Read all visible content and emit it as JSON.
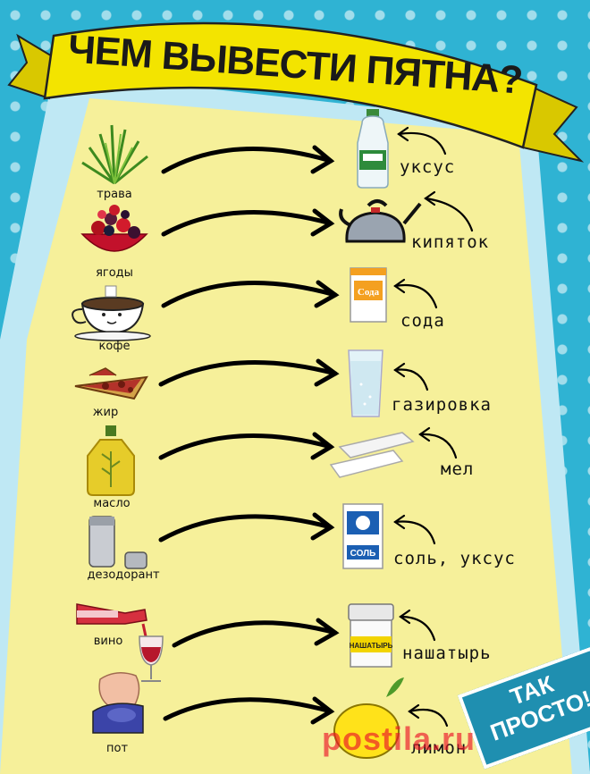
{
  "title": "ЧЕМ ВЫВЕСТИ ПЯТНА?",
  "badge": {
    "line1": "ТАК",
    "line2": "ПРОСТО!"
  },
  "watermark": "postila.ru",
  "colors": {
    "background": "#2fb3d3",
    "board": "#f6f09a",
    "banner": "#f3e400",
    "accent": "#1f8fb0"
  },
  "rows": [
    {
      "stain": "трава",
      "stain_icon": "grass-icon",
      "remedy": "уксус",
      "remedy_icon": "vinegar-bottle-icon"
    },
    {
      "stain": "ягоды",
      "stain_icon": "berries-bowl-icon",
      "remedy": "кипяток",
      "remedy_icon": "kettle-icon"
    },
    {
      "stain": "кофе",
      "stain_icon": "coffee-cup-icon",
      "remedy": "сода",
      "remedy_icon": "soda-box-icon"
    },
    {
      "stain": "жир",
      "stain_icon": "pizza-slice-icon",
      "remedy": "газировка",
      "remedy_icon": "soda-glass-icon"
    },
    {
      "stain": "масло",
      "stain_icon": "oil-bottle-icon",
      "remedy": "мел",
      "remedy_icon": "chalk-icon"
    },
    {
      "stain": "дезодорант",
      "stain_icon": "deodorant-icon",
      "remedy": "соль, уксус",
      "remedy_icon": "salt-box-icon"
    },
    {
      "stain": "вино",
      "stain_icon": "wine-bottle-glass-icon",
      "remedy": "нашатырь",
      "remedy_icon": "ammonia-jar-icon"
    },
    {
      "stain": "пот",
      "stain_icon": "armpit-icon",
      "remedy": "лимон",
      "remedy_icon": "lemon-icon"
    }
  ],
  "salt_box_text": "СОЛЬ",
  "soda_box_text": "Сода",
  "ammonia_jar_text": "НАШАТЫРЬ"
}
